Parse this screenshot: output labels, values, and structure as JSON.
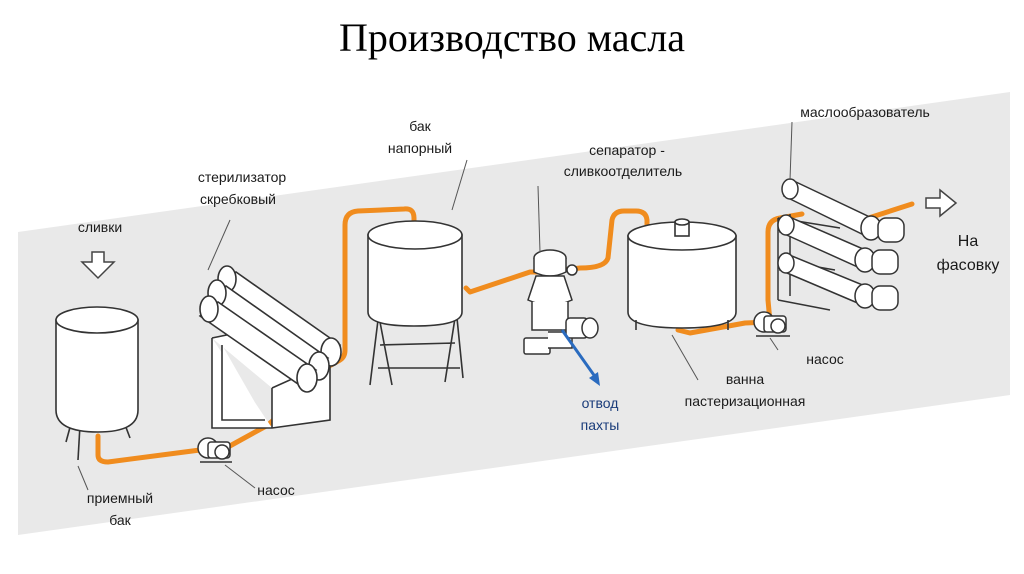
{
  "title": "Производство масла",
  "labels": {
    "cream": "сливки",
    "receiving_tank_1": "приемный",
    "receiving_tank_2": "бак",
    "pump_1": "насос",
    "sterilizer_1": "стерилизатор",
    "sterilizer_2": "скребковый",
    "pressure_tank_1": "бак",
    "pressure_tank_2": "напорный",
    "separator_1": "сепаратор -",
    "separator_2": "сливкоотделитель",
    "buttermilk_1": "отвод",
    "buttermilk_2": "пахты",
    "pasteurization_1": "ванна",
    "pasteurization_2": "пастеризационная",
    "pump_2": "насос",
    "butter_maker": "маслообразователь",
    "packaging_1": "На",
    "packaging_2": "фасовку"
  },
  "colors": {
    "background_band": "#e9e9e9",
    "pipe": "#f08c1e",
    "buttermilk_arrow": "#2a6bbf",
    "equipment_fill": "#ffffff",
    "equipment_stroke": "#333333"
  }
}
